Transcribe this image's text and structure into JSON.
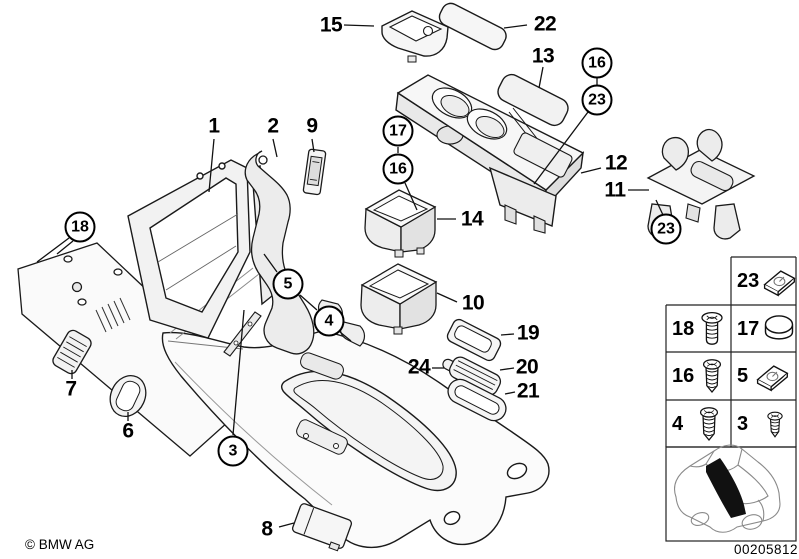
{
  "footer": {
    "copyright": "© BMW AG",
    "document_number": "00205812"
  },
  "diagram": {
    "title_implied": "Centre console exploded parts view",
    "labels": [
      {
        "part": "storage-bin-15",
        "text": "15",
        "style": "plain"
      },
      {
        "part": "rubber-mat-22",
        "text": "22",
        "style": "plain"
      },
      {
        "part": "rubber-mat-13",
        "text": "13",
        "style": "plain"
      },
      {
        "part": "cupholder-tray-12",
        "text": "12",
        "style": "plain"
      },
      {
        "part": "cupholder-insert-11",
        "text": "11",
        "style": "plain"
      },
      {
        "part": "console-frame-1",
        "text": "1",
        "style": "plain"
      },
      {
        "part": "bracket-2",
        "text": "2",
        "style": "plain"
      },
      {
        "part": "switch-module-9",
        "text": "9",
        "style": "plain"
      },
      {
        "part": "storage-bin-14",
        "text": "14",
        "style": "plain"
      },
      {
        "part": "storage-bin-10",
        "text": "10",
        "style": "plain"
      },
      {
        "part": "tray-19",
        "text": "19",
        "style": "plain"
      },
      {
        "part": "gasket-24",
        "text": "24",
        "style": "plain"
      },
      {
        "part": "grille-20",
        "text": "20",
        "style": "plain"
      },
      {
        "part": "trim-ring-21",
        "text": "21",
        "style": "plain"
      },
      {
        "part": "vent-grille-7",
        "text": "7",
        "style": "plain"
      },
      {
        "part": "cover-6",
        "text": "6",
        "style": "plain"
      },
      {
        "part": "cover-lid-8",
        "text": "8",
        "style": "plain"
      },
      {
        "part": "screw-16-upper",
        "text": "16",
        "style": "circled"
      },
      {
        "part": "clip-nut-23-upper",
        "text": "23",
        "style": "circled"
      },
      {
        "part": "cap-17",
        "text": "17",
        "style": "circled"
      },
      {
        "part": "screw-16-middle",
        "text": "16",
        "style": "circled"
      },
      {
        "part": "clip-nut-23-right",
        "text": "23",
        "style": "circled"
      },
      {
        "part": "screw-18",
        "text": "18",
        "style": "circled"
      },
      {
        "part": "clip-nut-5",
        "text": "5",
        "style": "circled"
      },
      {
        "part": "screw-4",
        "text": "4",
        "style": "circled"
      },
      {
        "part": "screw-3",
        "text": "3",
        "style": "circled"
      }
    ]
  },
  "legend": {
    "rows": [
      {
        "cells": [
          {
            "label": "23",
            "icon": "clip-nut-icon"
          }
        ]
      },
      {
        "cells": [
          {
            "label": "18",
            "icon": "pan-head-screw-icon"
          },
          {
            "label": "17",
            "icon": "cover-cap-icon"
          }
        ]
      },
      {
        "cells": [
          {
            "label": "16",
            "icon": "tapping-screw-icon"
          },
          {
            "label": "5",
            "icon": "clip-nut-icon"
          }
        ]
      },
      {
        "cells": [
          {
            "label": "4",
            "icon": "tapping-screw-icon"
          },
          {
            "label": "3",
            "icon": "small-screw-icon"
          }
        ]
      }
    ]
  },
  "colors": {
    "line": "#1a1a1a",
    "fill_light": "#f5f5f5",
    "fill_shade": "#e6e6e6",
    "car_line": "#8a8a8a",
    "highlight": "#111111"
  }
}
